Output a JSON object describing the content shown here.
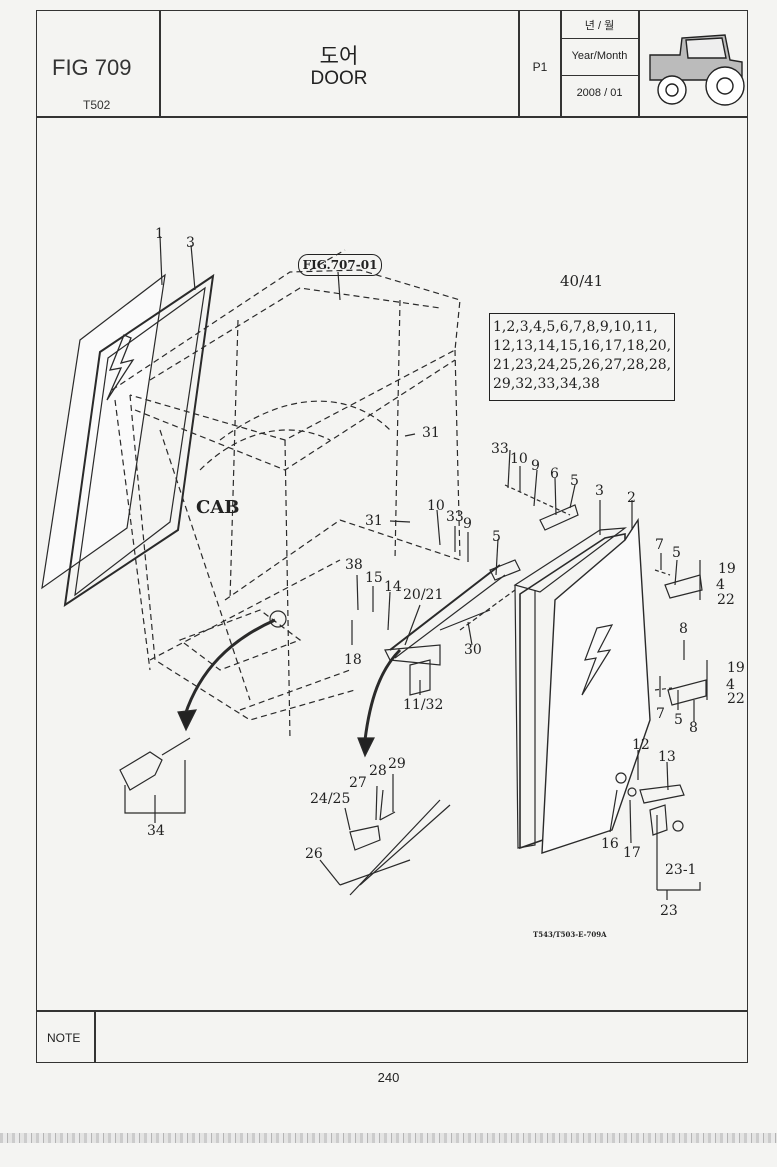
{
  "header": {
    "fig_label": "FIG 709",
    "model": "T502",
    "title_kr": "도어",
    "title_en": "DOOR",
    "page": "P1",
    "year_month_kr": "년 / 월",
    "year_month_en": "Year/Month",
    "year_month_value": "2008 / 01",
    "tractor_icon": "tractor-icon"
  },
  "diagram": {
    "fig_ref": "FIG.707-01",
    "cab_label": "CAB",
    "kit_title": "40/41",
    "kit_lines": [
      "1,2,3,4,5,6,7,8,9,10,11,",
      "12,13,14,15,16,17,18,20,",
      "21,23,24,25,26,27,28,28,",
      "29,32,33,34,38"
    ],
    "callouts": {
      "c1": "1",
      "c3a": "3",
      "c31a": "31",
      "c31b": "31",
      "c33a": "33",
      "c10a": "10",
      "c9a": "9",
      "c6": "6",
      "c5a": "5",
      "c3b": "3",
      "c2": "2",
      "c10b": "10",
      "c33b": "33",
      "c9b": "9",
      "c5b": "5",
      "c38": "38",
      "c15": "15",
      "c14": "14",
      "c2021": "20/21",
      "c18": "18",
      "c30": "30",
      "c1132": "11/32",
      "c7a": "7",
      "c5c": "5",
      "c19a": "19",
      "c4a": "4",
      "c22a": "22",
      "c8a": "8",
      "c19b": "19",
      "c4b": "4",
      "c22b": "22",
      "c7b": "7",
      "c5d": "5",
      "c8b": "8",
      "c12": "12",
      "c13": "13",
      "c16": "16",
      "c17": "17",
      "c231": "23-1",
      "c23": "23",
      "c34": "34",
      "c2425": "24/25",
      "c27": "27",
      "c28": "28",
      "c29": "29",
      "c26": "26"
    },
    "drawing_code": "T543/T503-E-709A"
  },
  "footer": {
    "note_label": "NOTE",
    "page_number": "240"
  }
}
